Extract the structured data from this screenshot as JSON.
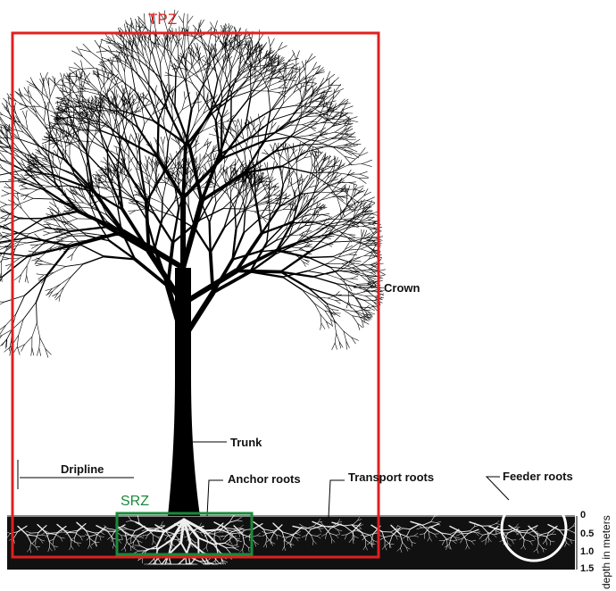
{
  "zones": {
    "tpz_label": "TPZ",
    "tpz_color": "#e02020",
    "srz_label": "SRZ",
    "srz_color": "#1a8a3a"
  },
  "labels": {
    "crown": "Crown",
    "trunk": "Trunk",
    "dripline": "Dripline",
    "anchor_roots": "Anchor roots",
    "transport_roots": "Transport roots",
    "feeder_roots": "Feeder roots"
  },
  "depth_scale": {
    "title": "depth in meters",
    "ticks": [
      "0",
      "0.5",
      "1.0",
      "1.5"
    ]
  }
}
